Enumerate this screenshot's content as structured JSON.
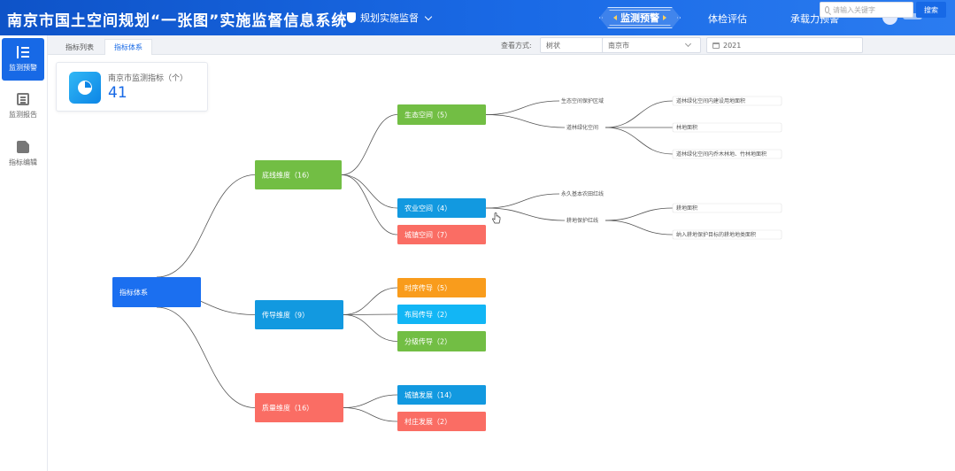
{
  "header": {
    "title": "南京市国土空间规划“一张图”实施监督信息系统",
    "module": "规划实施监督",
    "nav": [
      {
        "label": "监测预警",
        "active": true
      },
      {
        "label": "体检评估",
        "active": false
      },
      {
        "label": "承载力预警",
        "active": false
      }
    ]
  },
  "sidebar": {
    "items": [
      {
        "label": "监测预警",
        "active": true
      },
      {
        "label": "监测报告",
        "active": false
      },
      {
        "label": "指标编辑",
        "active": false
      }
    ]
  },
  "toolbar": {
    "tabs": [
      {
        "label": "指标列表",
        "active": false
      },
      {
        "label": "指标体系",
        "active": true
      }
    ],
    "view_label": "查看方式:",
    "view_value": "树状",
    "city_value": "南京市",
    "year_value": "2021",
    "search_placeholder": "请输入关键字",
    "search_button": "搜索"
  },
  "stat": {
    "label": "南京市监测指标（个）",
    "value": "41"
  },
  "tree": {
    "root": {
      "label": "指标体系",
      "color": "#1b6ff0"
    },
    "dimensions": [
      {
        "label": "底线维度",
        "count": 16,
        "color": "#72be44",
        "children": [
          {
            "label": "生态空间",
            "count": 5,
            "color": "#72be44"
          },
          {
            "label": "农业空间",
            "count": 4,
            "color": "#1299e0"
          },
          {
            "label": "城镇空间",
            "count": 7,
            "color": "#fa6d64"
          }
        ]
      },
      {
        "label": "传导维度",
        "count": 9,
        "color": "#1299e0",
        "children": [
          {
            "label": "时序传导",
            "count": 5,
            "color": "#f99c1c"
          },
          {
            "label": "布局传导",
            "count": 2,
            "color": "#12b6f5"
          },
          {
            "label": "分级传导",
            "count": 2,
            "color": "#72be44"
          }
        ]
      },
      {
        "label": "质量维度",
        "count": 16,
        "color": "#fa6d64",
        "children": [
          {
            "label": "城镇发展",
            "count": 14,
            "color": "#1299e0"
          },
          {
            "label": "村庄发展",
            "count": 2,
            "color": "#fa6d64"
          }
        ]
      }
    ],
    "level3": [
      "生态空间保护区域",
      "道林绿化空间",
      "永久基本农田红线",
      "耕地保护红线"
    ],
    "level4": [
      "道林绿化空间内建设用地面积",
      "林地面积",
      "道林绿化空间内乔木林地、竹林地面积",
      "耕地面积",
      "纳入耕地保护目标的耕地地类面积"
    ]
  }
}
